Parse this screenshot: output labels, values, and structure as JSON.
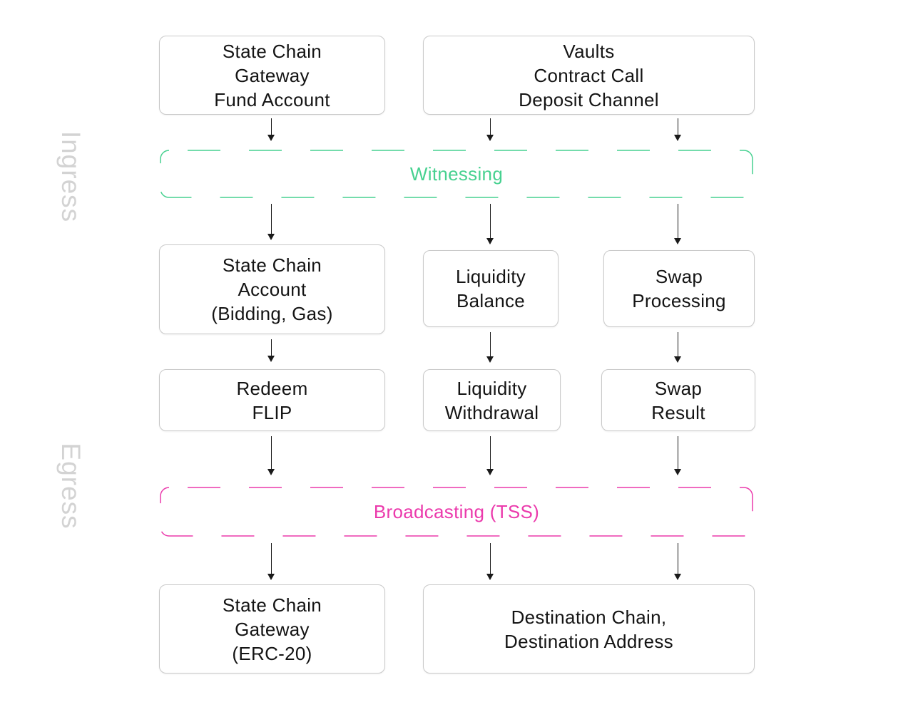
{
  "side_labels": {
    "ingress": "Ingress",
    "egress": "Egress"
  },
  "bands": {
    "witnessing": {
      "label": "Witnessing",
      "color": "#47d190"
    },
    "broadcasting": {
      "label": "Broadcasting (TSS)",
      "color": "#eb3aac"
    }
  },
  "nodes": {
    "gateway_fund": {
      "label": "State Chain\nGateway\nFund Account"
    },
    "vaults": {
      "label": "Vaults\nContract Call\nDeposit Channel"
    },
    "state_chain_account": {
      "label": "State Chain\nAccount\n(Bidding, Gas)"
    },
    "liquidity_balance": {
      "label": "Liquidity\nBalance"
    },
    "swap_processing": {
      "label": "Swap\nProcessing"
    },
    "redeem_flip": {
      "label": "Redeem\nFLIP"
    },
    "liquidity_withdrawal": {
      "label": "Liquidity\nWithdrawal"
    },
    "swap_result": {
      "label": "Swap\nResult"
    },
    "gateway_erc20": {
      "label": "State Chain\nGateway\n(ERC-20)"
    },
    "destination": {
      "label": "Destination Chain,\nDestination Address"
    }
  },
  "colors": {
    "witnessing_green": "#47d190",
    "broadcasting_pink": "#eb3aac",
    "box_border": "#c9c9c9",
    "node_text": "#141414",
    "arrow": "#1a1a1a",
    "side_label_gray": "#d3d3d3",
    "background": "#ffffff"
  }
}
